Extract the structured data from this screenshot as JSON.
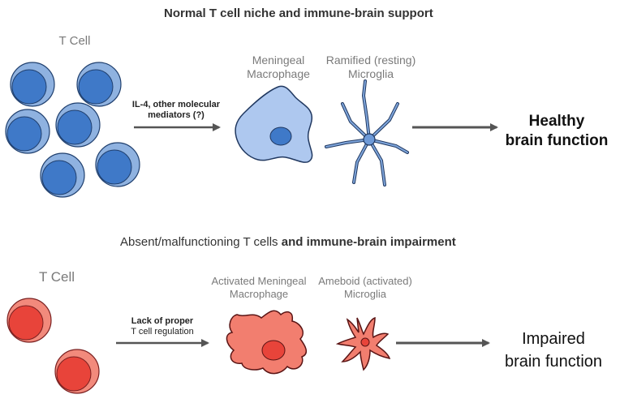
{
  "top": {
    "title": "Normal T cell niche and immune-brain support",
    "tcell_label": "T Cell",
    "arrow_label_1": "IL-4, other molecular",
    "arrow_label_2": "mediators (?)",
    "macrophage_label_1": "Meningeal",
    "macrophage_label_2": "Macrophage",
    "microglia_label_1": "Ramified (resting)",
    "microglia_label_2": "Microglia",
    "outcome_1": "Healthy",
    "outcome_2": "brain function"
  },
  "bottom": {
    "title_part1": "Absent/malfunctioning T cells ",
    "title_part2": "and immune-brain impairment",
    "tcell_label": "T Cell",
    "arrow_label_1": "Lack of proper",
    "arrow_label_2": "T cell regulation",
    "macrophage_label_1": "Activated Meningeal",
    "macrophage_label_2": "Macrophage",
    "microglia_label_1": "Ameboid (activated)",
    "microglia_label_2": "Microglia",
    "outcome_1": "Impaired",
    "outcome_2": "brain function"
  },
  "colors": {
    "blue_cell_outer": "#8fb2e0",
    "blue_cell_inner": "#3f79c8",
    "red_cell_outer": "#f28a7c",
    "red_cell_inner": "#e8443a",
    "arrow": "#555555"
  }
}
